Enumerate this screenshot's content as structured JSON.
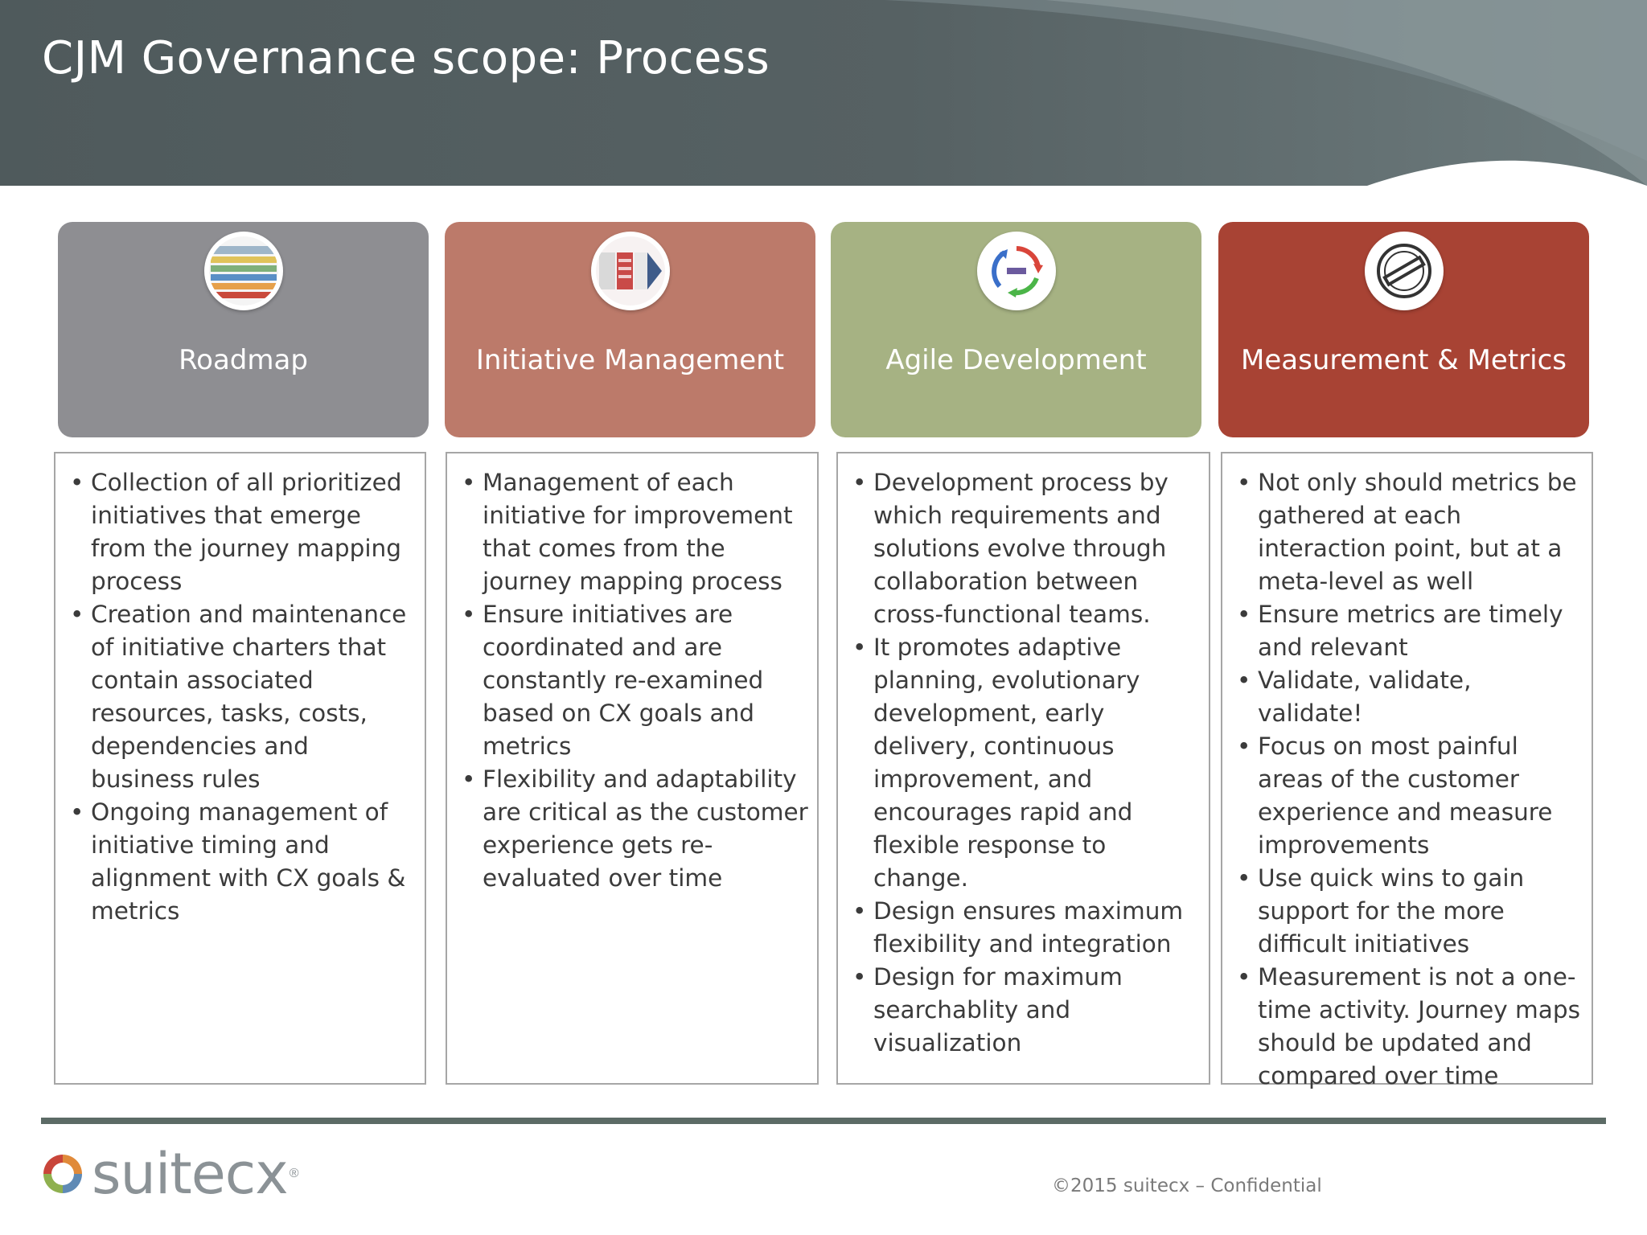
{
  "header": {
    "title": "CJM Governance scope: Process"
  },
  "cards": [
    {
      "label": "Roadmap",
      "icon": "roadmap-thumbnail-icon",
      "color": "#8e8e92",
      "items": [
        "Collection of all prioritized initiatives that emerge from the journey mapping process",
        "Creation and maintenance of initiative charters that contain associated resources, tasks, costs, dependencies and business rules",
        "Ongoing management of initiative timing and alignment with CX goals & metrics"
      ]
    },
    {
      "label": "Initiative Management",
      "icon": "initiative-thumbnail-icon",
      "color": "#bc7a6a",
      "items": [
        "Management of each initiative for improvement that comes from the journey mapping process",
        "Ensure initiatives are coordinated and are constantly re-examined based on CX goals and metrics",
        "Flexibility and adaptability are critical as the customer experience gets re-evaluated over time"
      ]
    },
    {
      "label": "Agile Development",
      "icon": "agile-cycle-icon",
      "color": "#a6b283",
      "items": [
        "Development process by which requirements and solutions evolve through collaboration between cross-functional teams.",
        "It promotes adaptive planning, evolutionary development, early delivery, continuous improvement, and encourages rapid and flexible response to change.",
        "Design ensures maximum flexibility and integration",
        "Design for maximum searchablity and visualization"
      ]
    },
    {
      "label": "Measurement & Metrics",
      "icon": "quality-assured-stamp-icon",
      "color": "#a84334",
      "items": [
        "Not only should metrics be gathered at each interaction point, but at a meta-level as well",
        "Ensure metrics are timely and relevant",
        "Validate, validate, validate!",
        "Focus on most painful areas of the customer experience and measure improvements",
        "Use quick wins to gain support for the more difficult initiatives",
        "Measurement is not a one-time activity. Journey maps should be updated and compared over time"
      ]
    }
  ],
  "footer": {
    "logo_text": "suitecx",
    "logo_mark": "®",
    "copyright": "©2015 suitecx – Confidential"
  }
}
